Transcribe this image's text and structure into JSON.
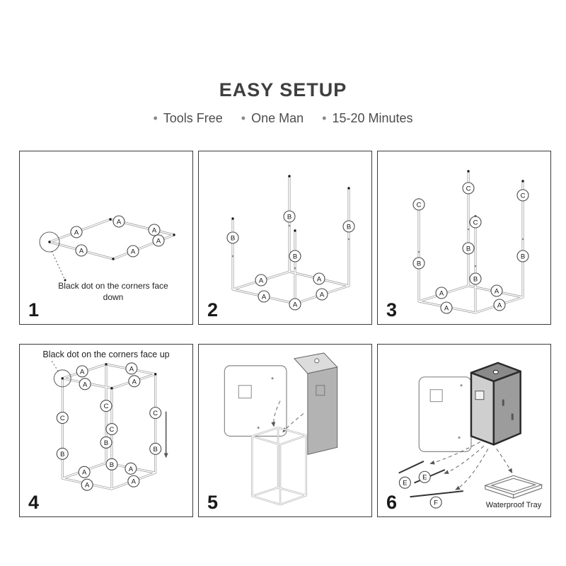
{
  "header": {
    "title": "EASY SETUP",
    "bullet": "•",
    "features": [
      {
        "label": "Tools Free"
      },
      {
        "label": "One Man"
      },
      {
        "label": "15-20 Minutes"
      }
    ]
  },
  "part_labels": {
    "a": "A",
    "b": "B",
    "c": "C",
    "e": "E",
    "f": "F"
  },
  "steps": {
    "s1": {
      "number": "1",
      "annotation": "Black dot on the corners face down"
    },
    "s2": {
      "number": "2"
    },
    "s3": {
      "number": "3"
    },
    "s4": {
      "number": "4",
      "annotation": "Black dot on the corners face up"
    },
    "s5": {
      "number": "5"
    },
    "s6": {
      "number": "6",
      "tray_label": "Waterproof Tray"
    }
  }
}
